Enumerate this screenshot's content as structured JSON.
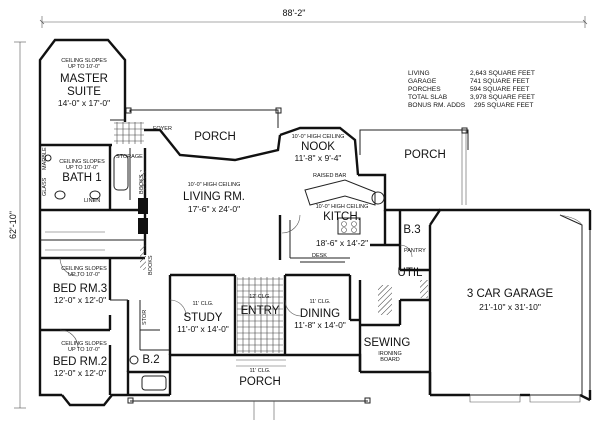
{
  "overall_dims": {
    "width": "88'-2\"",
    "depth": "62'-10\""
  },
  "area_table": [
    {
      "label": "LIVING",
      "value": "2,643 SQUARE FEET"
    },
    {
      "label": "GARAGE",
      "value": "741 SQUARE FEET"
    },
    {
      "label": "PORCHES",
      "value": "594 SQUARE FEET"
    },
    {
      "label": "TOTAL SLAB",
      "value": "3,978 SQUARE FEET"
    },
    {
      "label": "BONUS RM. ADDS",
      "value": "295 SQUARE FEET"
    }
  ],
  "rooms": {
    "master": {
      "note1": "CEILING SLOPES",
      "note2": "UP TO 10'-0\"",
      "name1": "MASTER",
      "name2": "SUITE",
      "dim": "14'-0\" x 17'-0\""
    },
    "bath1": {
      "note1": "CEILING SLOPES",
      "note2": "UP TO 10'-0\"",
      "name": "BATH 1"
    },
    "foyer": "FOYER",
    "porch_top": "PORCH",
    "storage": "STORAGE",
    "marble": "MARBLE",
    "glass": "GLASS",
    "books_top": "BOOKS",
    "linen": "LINEN",
    "living": {
      "note": "10'-0\" HIGH CEILING",
      "name": "LIVING RM.",
      "dim": "17'-6\" x 24'-0\""
    },
    "nook": {
      "note": "10'-0\" HIGH CEILING",
      "name": "NOOK",
      "dim": "11'-8\" x 9'-4\""
    },
    "porch_right": "PORCH",
    "raised_bar": "RAISED BAR",
    "kitchen": {
      "note": "10'-0\" HIGH CEILING",
      "name": "KITCH.",
      "dim": "18'-6\" x 14'-2\""
    },
    "desk": "DESK",
    "b3": "B.3",
    "pantry": "PANTRY",
    "util": "UTIL",
    "garage": {
      "name": "3 CAR GARAGE",
      "dim": "21'-10\" x 31'-10\""
    },
    "bed3": {
      "note1": "CEILING SLOPES",
      "note2": "UP TO 10'-0\"",
      "name": "BED RM.3",
      "dim": "12'-0\" x 12'-0\""
    },
    "books_mid": "BOOKS",
    "study": {
      "note": "11' CLG.",
      "name": "STUDY",
      "dim": "11'-0\" x 14'-0\""
    },
    "entry": {
      "note": "12' CLG.",
      "name": "ENTRY"
    },
    "dining": {
      "note": "11' CLG.",
      "name": "DINING",
      "dim": "11'-8\" x 14'-0\""
    },
    "sewing": {
      "name": "SEWING",
      "note1": "IRONING",
      "note2": "BOARD"
    },
    "stor": "STOR",
    "bed2": {
      "note1": "CEILING SLOPES",
      "note2": "UP TO 10'-0\"",
      "name": "BED RM.2",
      "dim": "12'-0\" x 12'-0\""
    },
    "b2": "B.2",
    "porch_bottom": {
      "note": "11' CLG.",
      "name": "PORCH"
    }
  }
}
